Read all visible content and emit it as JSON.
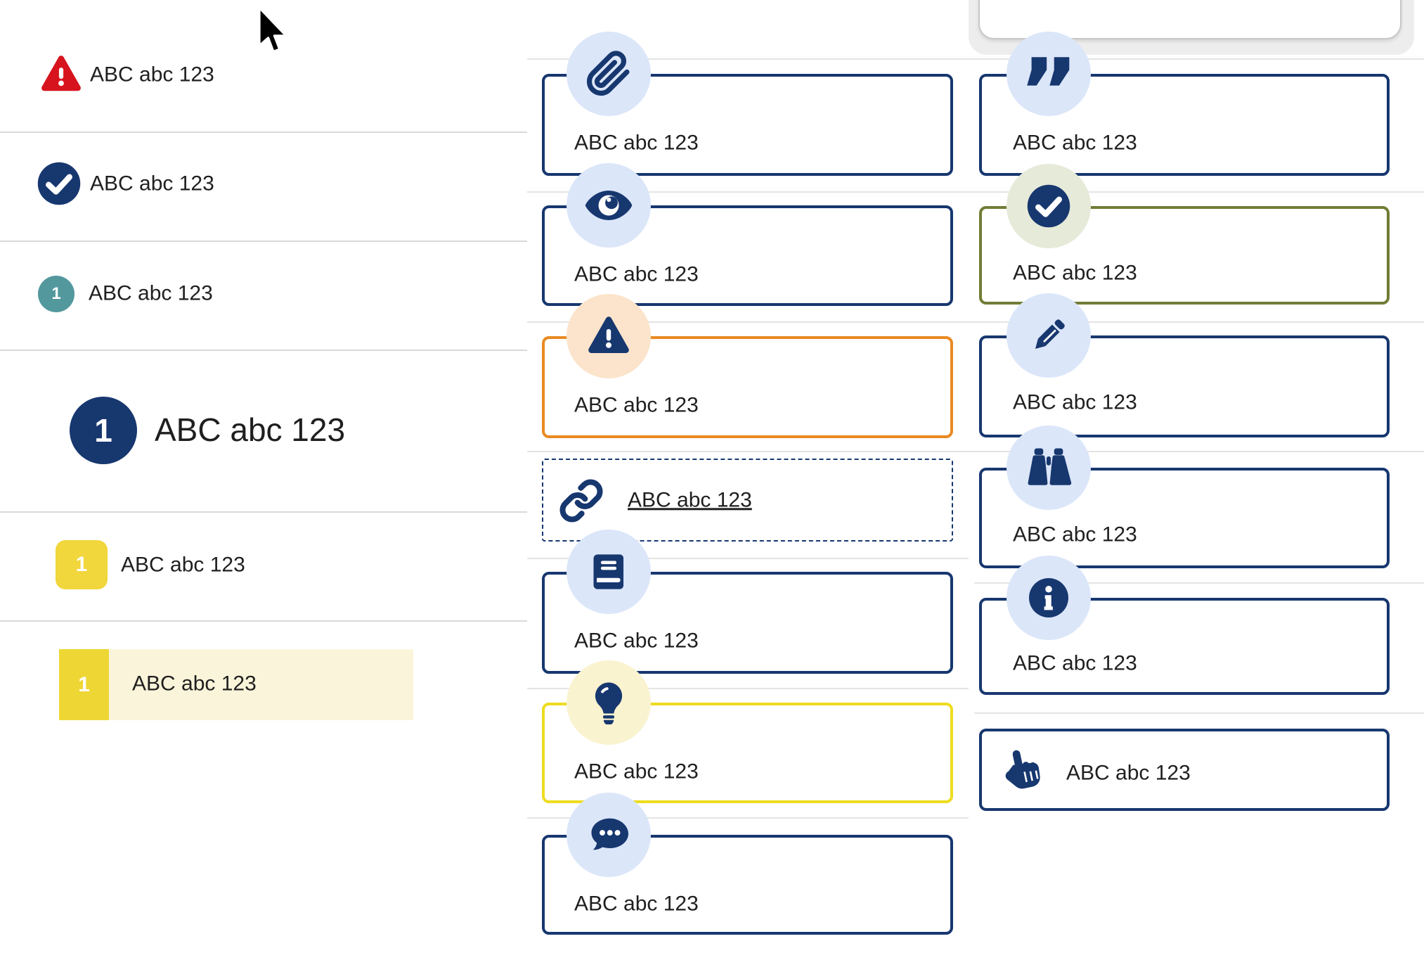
{
  "colors": {
    "navy": "#17376f",
    "red": "#d7141e",
    "teal": "#52989d",
    "orange": "#e98a23",
    "olive": "#707d36",
    "yellow_border": "#eedc1f",
    "yellow_badge": "#f1d63c",
    "highlight_bg": "#faf5da",
    "pale_blue": "#dbe6f9",
    "pale_peach": "#fbe4cb",
    "pale_sage": "#e6ead9",
    "pale_yellow": "#faf3d0",
    "text": "#1f1f1f"
  },
  "glyphs": {
    "quote": "”"
  },
  "left": {
    "items": [
      {
        "icon": "warning-triangle-icon",
        "label": "ABC abc 123"
      },
      {
        "icon": "check-circle-icon",
        "label": "ABC abc 123"
      },
      {
        "icon": "teal-number-badge",
        "badge": "1",
        "label": "ABC abc 123"
      },
      {
        "icon": "navy-number-badge-large",
        "badge": "1",
        "label": "ABC abc 123"
      },
      {
        "icon": "yellow-number-badge",
        "badge": "1",
        "label": "ABC abc 123"
      },
      {
        "icon": "yellow-number-badge",
        "badge": "1",
        "label": "ABC abc 123"
      }
    ]
  },
  "middle_cards": [
    {
      "icon": "paperclip-icon",
      "variant": "navy",
      "label": "ABC abc 123"
    },
    {
      "icon": "eye-icon",
      "variant": "navy",
      "label": "ABC abc 123"
    },
    {
      "icon": "warning-icon",
      "variant": "orange",
      "label": "ABC abc 123"
    },
    {
      "icon": "link-icon",
      "variant": "dashed",
      "label": "ABC abc 123"
    },
    {
      "icon": "book-icon",
      "variant": "navy",
      "label": "ABC abc 123"
    },
    {
      "icon": "lightbulb-icon",
      "variant": "yellow",
      "label": "ABC abc 123"
    },
    {
      "icon": "chat-icon",
      "variant": "navy",
      "label": "ABC abc 123"
    }
  ],
  "right_cards": [
    {
      "icon": "quote-icon",
      "variant": "navy",
      "label": "ABC abc 123"
    },
    {
      "icon": "check-circle-icon",
      "variant": "olive",
      "label": "ABC abc 123"
    },
    {
      "icon": "pencil-icon",
      "variant": "navy",
      "label": "ABC abc 123"
    },
    {
      "icon": "binoculars-icon",
      "variant": "navy",
      "label": "ABC abc 123"
    },
    {
      "icon": "info-icon",
      "variant": "navy",
      "label": "ABC abc 123"
    },
    {
      "icon": "hand-pointer-icon",
      "variant": "navy",
      "label": "ABC abc 123"
    }
  ]
}
